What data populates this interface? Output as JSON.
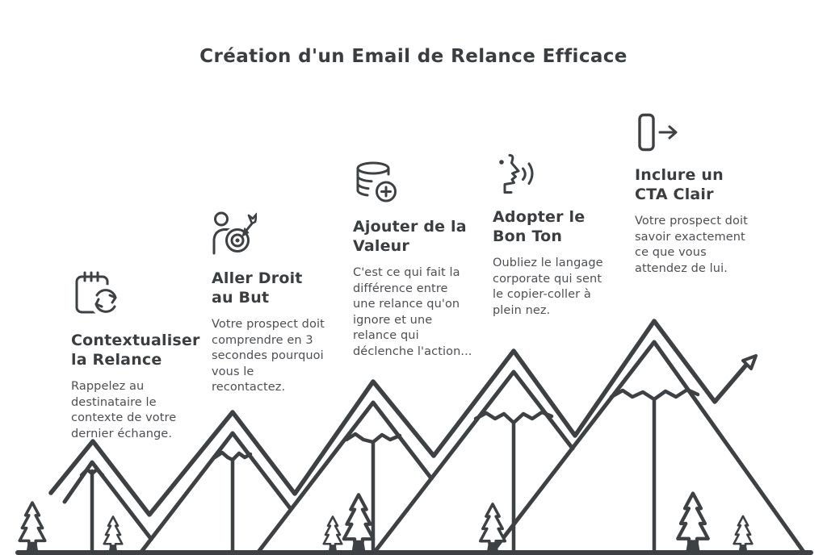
{
  "page": {
    "title": "Création d'un Email de Relance Efficace",
    "background": "#ffffff"
  },
  "palette": {
    "ink": "#3e4144",
    "title_text": "#3b3e41",
    "body_text": "#4c4f53"
  },
  "steps": [
    {
      "icon": "notepad-refresh-icon",
      "title": "Contextualiser\nla Relance",
      "body": "Rappelez au\ndestinataire le\ncontexte de votre\ndernier échange."
    },
    {
      "icon": "prospect-target-icon",
      "title": "Aller Droit\nau But",
      "body": "Votre prospect doit\ncomprendre en 3\nsecondes pourquoi\nvous le\nrecontactez."
    },
    {
      "icon": "database-add-icon",
      "title": "Ajouter de la\nValeur",
      "body": "C'est ce qui fait la\ndifférence entre\nune relance qu'on\nignore et une\nrelance qui\ndéclenche l'action..."
    },
    {
      "icon": "speaking-tone-icon",
      "title": "Adopter le\nBon Ton",
      "body": "Oubliez le langage\ncorporate qui sent\nle copier-coller à\nplein nez."
    },
    {
      "icon": "cta-arrow-icon",
      "title": "Inclure un\nCTA Clair",
      "body": "Votre prospect doit\nsavoir exactement\nce que vous\nattendez de lui."
    }
  ],
  "illustration": {
    "name": "mountain-range-growth",
    "elements": [
      "five-mountain-peaks",
      "snow-lines",
      "pine-trees",
      "ground-line",
      "upward-trend-arrow"
    ]
  }
}
